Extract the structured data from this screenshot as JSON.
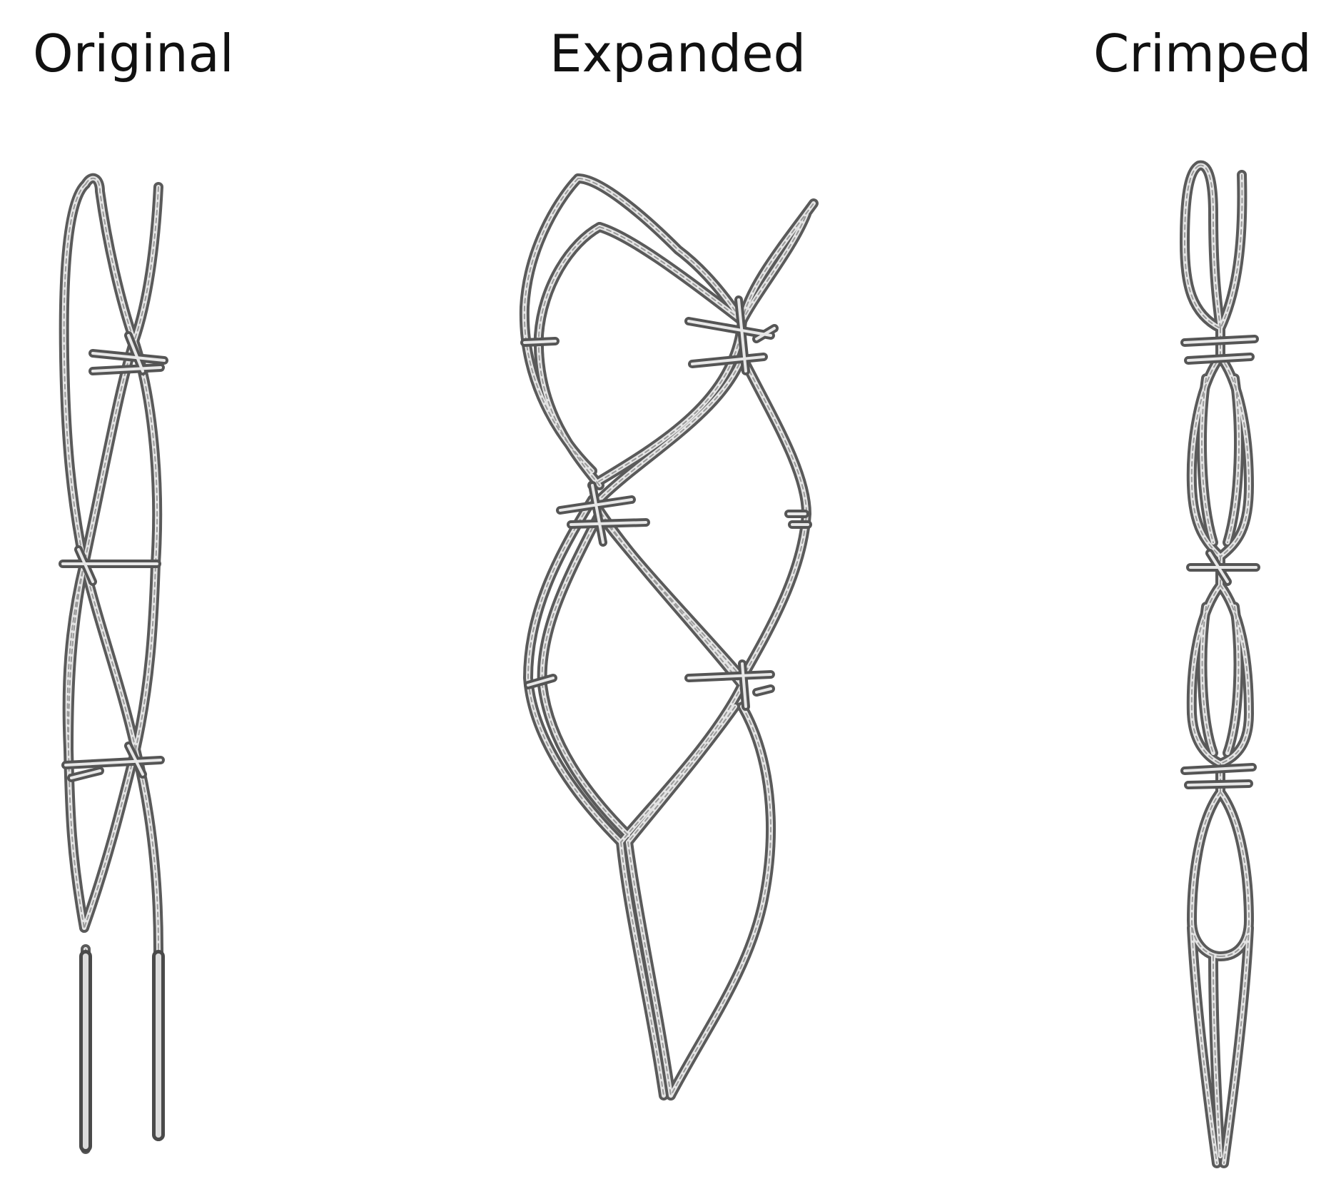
{
  "panels": {
    "original": {
      "label": "Original"
    },
    "expanded": {
      "label": "Expanded"
    },
    "crimped": {
      "label": "Crimped"
    }
  },
  "colors": {
    "background": "#ffffff",
    "wire_shadow": "#5a5a5a",
    "wire_highlight": "#e4e4e4",
    "text": "#111111"
  }
}
